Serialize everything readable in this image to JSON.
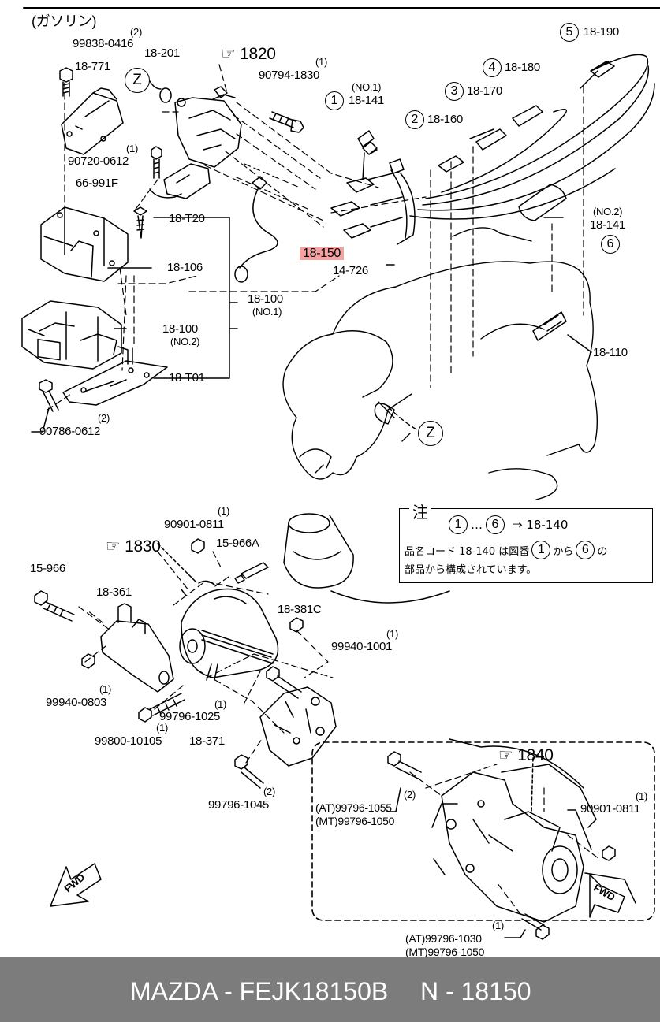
{
  "header_note": "(ガソリン)",
  "sections": {
    "ignition_ref": "1820",
    "alternator_ref": "1830",
    "starter_ref": "1840"
  },
  "labels": {
    "p99838": "99838-0416",
    "p99838_qty": "(2)",
    "p18771": "18-771",
    "p18201": "18-201",
    "p90794": "90794-1830",
    "p90794_qty": "(1)",
    "p90720": "90720-0612",
    "p90720_qty": "(1)",
    "p66991": "66-991F",
    "p18T20": "18-T20",
    "p18106": "18-106",
    "p18100_no1": "18-100",
    "p18100_no1_sub": "(NO.1)",
    "p18100_no2": "18-100",
    "p18100_no2_sub": "(NO.2)",
    "p18T01": "18-T01",
    "p90786": "90786-0612",
    "p90786_qty": "(2)",
    "p18150": "18-150",
    "p14726": "14-726",
    "p18141_no1": "18-141",
    "p18141_no1_sub": "(NO.1)",
    "p18141_no2": "18-141",
    "p18141_no2_sub": "(NO.2)",
    "p18160": "18-160",
    "p18170": "18-170",
    "p18180": "18-180",
    "p18190": "18-190",
    "p18110": "18-110",
    "p90901_a": "90901-0811",
    "p90901_a_qty": "(1)",
    "p15966A": "15-966A",
    "p15966": "15-966",
    "p18361": "18-361",
    "p18381C": "18-381C",
    "p99940_1001": "99940-1001",
    "p99940_1001_qty": "(1)",
    "p99940_0803": "99940-0803",
    "p99940_0803_qty": "(1)",
    "p99796_1025": "99796-1025",
    "p99796_1025_qty": "(1)",
    "p99800": "99800-10105",
    "p99800_qty": "(1)",
    "p18371": "18-371",
    "p99796_1045": "99796-1045",
    "p99796_1045_qty": "(2)",
    "p_at_1055": "(AT)99796-1055",
    "p_mt_1050a": "(MT)99796-1050",
    "p_1055_qty": "(2)",
    "p90901_b": "90901-0811",
    "p90901_b_qty": "(1)",
    "p_at_1030": "(AT)99796-1030",
    "p_mt_1050b": "(MT)99796-1050",
    "p_1030_qty": "(1)"
  },
  "callouts": {
    "c1": "1",
    "c2": "2",
    "c3": "3",
    "c4": "4",
    "c5": "5",
    "c6": "6",
    "z": "Z"
  },
  "note": {
    "title": "注",
    "line1_from": "1",
    "line1_sep": "…",
    "line1_to": "6",
    "line1_arrow": "⇒ 18-140",
    "line2_a": "品名コード 18-140 は図番",
    "line2_b": "から",
    "line2_c": "の",
    "line3": "部品から構成されています。"
  },
  "fwd": "FWD",
  "footer": {
    "left": "MAZDA - FEJK18150B",
    "right": "N - 18150"
  },
  "colors": {
    "highlight": "#f4a3a3",
    "footer_bg": "#7c7c7c",
    "line": "#000000"
  }
}
